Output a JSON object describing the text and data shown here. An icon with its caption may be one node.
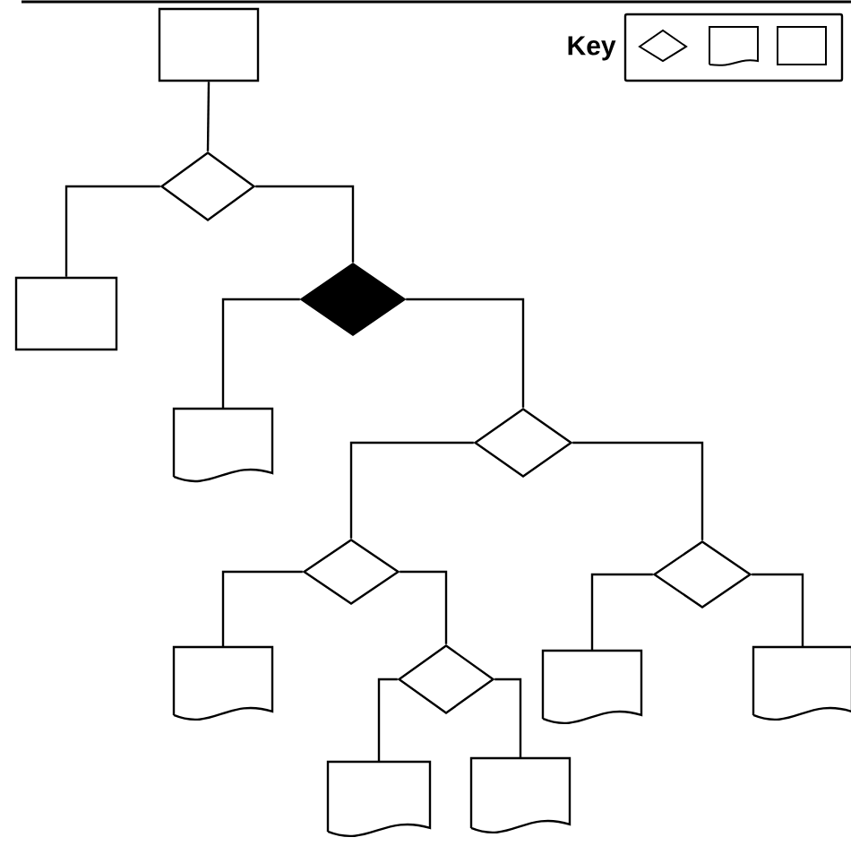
{
  "diagram": {
    "nodes": [
      {
        "text": [],
        "shape": "box"
      },
      {
        "text": [],
        "shape": "diamond"
      },
      {
        "text": [],
        "shape": "box"
      },
      {
        "text": [],
        "shape": "diamond"
      },
      {
        "text": [],
        "shape": "document"
      },
      {
        "text": [],
        "shape": "diamond"
      },
      {
        "text": [],
        "shape": "diamond"
      },
      {
        "text": [],
        "shape": "diamond"
      },
      {
        "text": [],
        "shape": "document"
      },
      {
        "text": [],
        "shape": "diamond"
      },
      {
        "text": [],
        "shape": "document"
      },
      {
        "text": [],
        "shape": "document"
      },
      {
        "text": [],
        "shape": "document"
      },
      {
        "text": [],
        "shape": "document"
      }
    ],
    "edges": [
      {
        "from": 0,
        "to": 1,
        "arrow": "none"
      },
      {
        "from": 1,
        "to": 2,
        "arrow": "none"
      },
      {
        "from": 1,
        "to": 3,
        "arrow": "none"
      },
      {
        "from": 3,
        "to": 4,
        "arrow": "none"
      },
      {
        "from": 3,
        "to": 5,
        "arrow": "none"
      },
      {
        "from": 5,
        "to": 6,
        "arrow": "none"
      },
      {
        "from": 5,
        "to": 7,
        "arrow": "none"
      },
      {
        "from": 6,
        "to": 8,
        "arrow": "none"
      },
      {
        "from": 6,
        "to": 9,
        "arrow": "none"
      },
      {
        "from": 9,
        "to": 12,
        "arrow": "none"
      },
      {
        "from": 9,
        "to": 13,
        "arrow": "none"
      },
      {
        "from": 7,
        "to": 10,
        "arrow": "none"
      },
      {
        "from": 7,
        "to": 11,
        "arrow": "none"
      }
    ],
    "labels": [
      "Key"
    ]
  }
}
